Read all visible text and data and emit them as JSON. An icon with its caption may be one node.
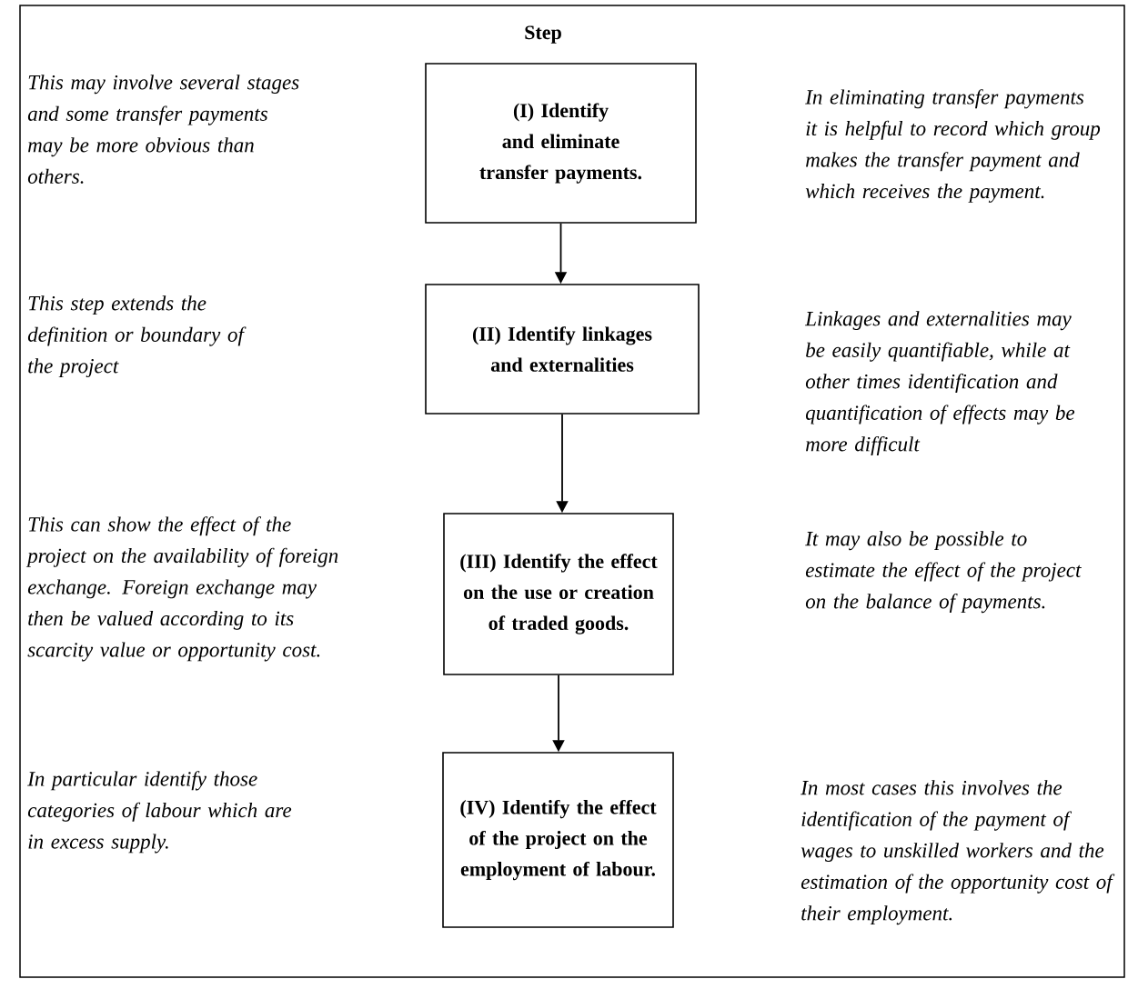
{
  "diagram": {
    "title": "Step",
    "nodes": [
      {
        "text": [
          "(I) Identify and eliminate transfer payments."
        ]
      },
      {
        "text": [
          "(II) Identify linkages and externalities"
        ]
      },
      {
        "text": [
          "(III) Identify the effect on the use or creation of traded goods."
        ]
      },
      {
        "text": [
          "(IV) Identify the effect of the project on the employment of labour."
        ]
      }
    ],
    "edges": [
      {
        "from": 0,
        "to": 1,
        "arrow": "to"
      },
      {
        "from": 1,
        "to": 2,
        "arrow": "to"
      },
      {
        "from": 2,
        "to": 3,
        "arrow": "to"
      }
    ],
    "labels": [
      "This may involve several stages and some transfer payments may be more obvious than others.",
      "In eliminating transfer payments it is helpful to record which group makes the transfer payment and which receives the payment.",
      "This step extends the definition or boundary of the project",
      "Linkages and externalities may be easily quantifiable, while at other times identification and quantification of effects may be more difficult",
      "This can show the effect of the project on the availability of foreign exchange. Foreign exchange may then be valued according to its scarcity value or opportunity cost.",
      "It may also be possible to estimate the effect of the project on the balance of payments.",
      "In particular identify those categories of labour which are in excess supply.",
      "In most cases this involves the identification of the payment of wages to unskilled workers and the estimation of the opportunity cost of their employment."
    ]
  }
}
